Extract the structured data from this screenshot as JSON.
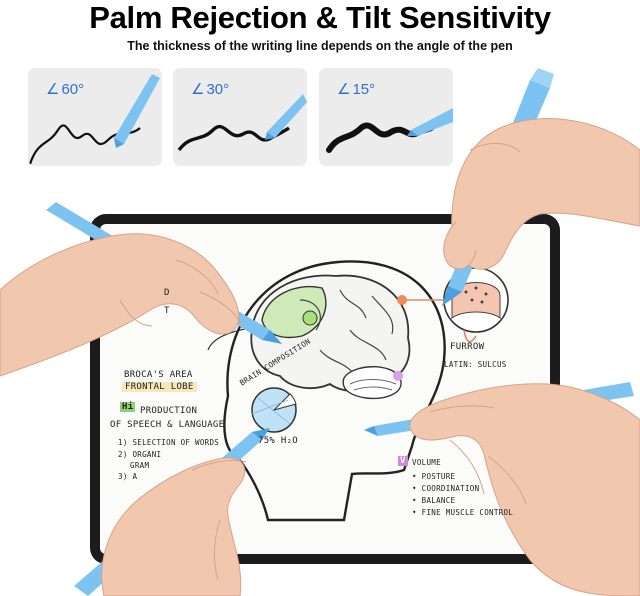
{
  "header": {
    "title": "Palm Rejection & Tilt Sensitivity",
    "subtitle": "The thickness of the writing line depends on the angle of the pen"
  },
  "angle_cards": [
    {
      "angle": "60°",
      "symbol": "∠"
    },
    {
      "angle": "30°",
      "symbol": "∠"
    },
    {
      "angle": "15°",
      "symbol": "∠"
    }
  ],
  "tablet_notes": {
    "brocas_area": "BROCA'S AREA",
    "frontal_lobe": "FRONTAL LOBE",
    "hi_badge": "Hi",
    "production": "PRODUCTION",
    "speech_language": "OF SPEECH & LANGUAGE",
    "list_1": "1) SELECTION OF WORDS",
    "list_2": "2) ORGANI",
    "list_2b": "GRAM",
    "list_3": "3) A",
    "brain_composition": "BRAIN COMPOSITION",
    "water": "75% H₂O",
    "furrow": "FURROW",
    "latin_sulcus": "LATIN: SULCUS",
    "volume_badge": "V",
    "volume": "VOLUME",
    "posture": "• POSTURE",
    "coordination": "• COORDINATION",
    "balance": "• BALANCE",
    "fine_muscle": "• FINE MUSCLE CONTROL",
    "edge_letters_1": "D",
    "edge_letters_2": "T"
  },
  "colors": {
    "pen": "#7cc3f2",
    "pen_dark": "#4d9fdf",
    "angle_text": "#2a6fdc",
    "card_bg": "#ececec",
    "skin": "#f1c7ae"
  }
}
